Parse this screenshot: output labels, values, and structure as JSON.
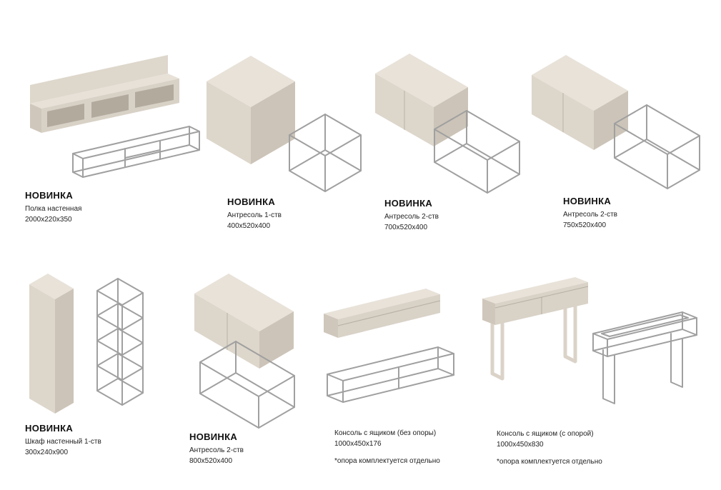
{
  "labels": {
    "new_badge": "НОВИНКА"
  },
  "colors": {
    "background": "#ffffff",
    "solid_top": "#e8e2d9",
    "solid_light_face": "#ddd6cb",
    "solid_dark_face": "#ccc4b8",
    "opening_interior": "#b3aa9e",
    "wireframe": "#a0a0a0",
    "leg_frame": "#dbd3c8"
  },
  "products": [
    {
      "badge": "НОВИНКА",
      "name": "Полка настенная",
      "dims": "2000x220x350",
      "note": ""
    },
    {
      "badge": "НОВИНКА",
      "name": "Антресоль 1-ств",
      "dims": "400x520x400",
      "note": ""
    },
    {
      "badge": "НОВИНКА",
      "name": "Антресоль 2-ств",
      "dims": "700x520x400",
      "note": ""
    },
    {
      "badge": "НОВИНКА",
      "name": "Антресоль 2-ств",
      "dims": "750x520x400",
      "note": ""
    },
    {
      "badge": "НОВИНКА",
      "name": "Шкаф настенный 1-ств",
      "dims": "300x240x900",
      "note": ""
    },
    {
      "badge": "НОВИНКА",
      "name": "Антресоль 2-ств",
      "dims": "800x520x400",
      "note": ""
    },
    {
      "badge": "",
      "name": "Консоль с ящиком (без опоры)",
      "dims": "1000x450x176",
      "note": "*опора комплектуется отдельно"
    },
    {
      "badge": "",
      "name": "Консоль с ящиком (с опорой)",
      "dims": "1000x450x830",
      "note": "*опора комплектуется отдельно"
    }
  ]
}
